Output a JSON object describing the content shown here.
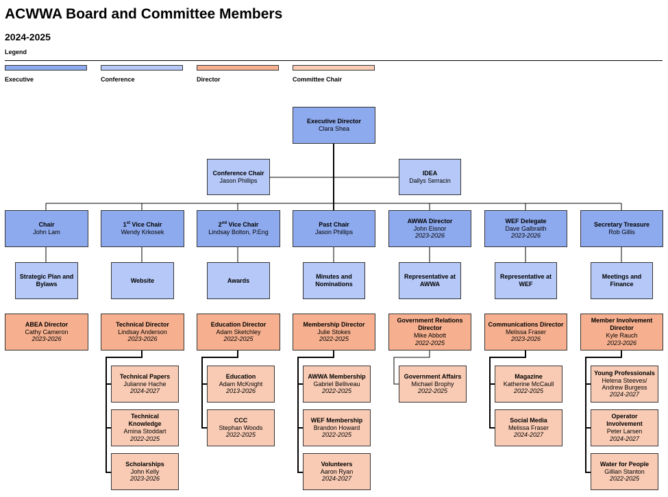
{
  "title": "ACWWA Board and Committee Members",
  "subtitle": "2024-2025",
  "legend": {
    "title": "Legend",
    "items": [
      {
        "label": "Executive",
        "color": "#8eaaee"
      },
      {
        "label": "Conference",
        "color": "#b5c8f7"
      },
      {
        "label": "Director",
        "color": "#f6b08f"
      },
      {
        "label": "Committee Chair",
        "color": "#f9cbb4"
      }
    ]
  },
  "nodes": {
    "executive_director": {
      "title": "Executive Director",
      "name": "Clara Shea"
    },
    "conference_chair": {
      "title": "Conference Chair",
      "name": "Jason Phillips"
    },
    "idea": {
      "title": "IDEA",
      "name": "Dallys Serracin"
    },
    "chair": {
      "title": "Chair",
      "name": "John Lam"
    },
    "vice1": {
      "title_num": "1",
      "title_sup": "st",
      "title_rest": " Vice Chair",
      "name": "Wendy Krkosek"
    },
    "vice2": {
      "title_num": "2",
      "title_sup": "nd",
      "title_rest": " Vice Chair",
      "name": "Lindsay Bolton, P.Eng"
    },
    "past_chair": {
      "title": "Past Chair",
      "name": "Jason Phillips"
    },
    "awwa_director": {
      "title": "AWWA Director",
      "name": "John Eisnor",
      "term": "2023-2026"
    },
    "wef_delegate": {
      "title": "WEF Delegate",
      "name": "Dave Galbraith",
      "term": "2023-2026"
    },
    "secretary_treasure": {
      "title": "Secretary Treasure",
      "name": "Rob Gillis"
    },
    "strategic_plan": {
      "title": "Strategic Plan and Bylaws"
    },
    "website": {
      "title": "Website"
    },
    "awards": {
      "title": "Awards"
    },
    "minutes": {
      "title": "Minutes and Nominations"
    },
    "rep_awwa": {
      "title": "Representative at AWWA"
    },
    "rep_wef": {
      "title": "Representative at WEF"
    },
    "meetings": {
      "title": "Meetings and Finance"
    },
    "abea_director": {
      "title": "ABEA Director",
      "name": "Cathy Cameron",
      "term": "2023-2026"
    },
    "technical_director": {
      "title": "Technical Director",
      "name": "Lindsay Anderson",
      "term": "2023-2026"
    },
    "education_director": {
      "title": "Education Director",
      "name": "Adam Sketchley",
      "term": "2022-2025"
    },
    "membership_director": {
      "title": "Membership Director",
      "name": "Julie Stokes",
      "term": "2022-2025"
    },
    "gov_relations_director": {
      "title": "Government Relations Director",
      "name": "Mike Abbott",
      "term": "2022-2025"
    },
    "communications_director": {
      "title": "Communications Director",
      "name": "Melissa Fraser",
      "term": "2023-2026"
    },
    "member_involvement_director": {
      "title": "Member Involvement Director",
      "name": "Kyle Rauch",
      "term": "2023-2026"
    },
    "technical_papers": {
      "title": "Technical Papers",
      "name": "Julianne Hache",
      "term": "2024-2027"
    },
    "technical_knowledge": {
      "title": "Technical Knowledge",
      "name": "Amina Stoddart",
      "term": "2022-2025"
    },
    "scholarships": {
      "title": "Scholarships",
      "name": "John Kelly",
      "term": "2023-2026"
    },
    "education": {
      "title": "Education",
      "name": "Adam McKnight",
      "term": "2013-2026"
    },
    "ccc": {
      "title": "CCC",
      "name": "Stephan Woods",
      "term": "2022-2025"
    },
    "awwa_membership": {
      "title": "AWWA Membership",
      "name": "Gabriel Belliveau",
      "term": "2022-2025"
    },
    "wef_membership": {
      "title": "WEF Membership",
      "name": "Brandon Howard",
      "term": "2022-2025"
    },
    "volunteers": {
      "title": "Volunteers",
      "name": "Aaron Ryan",
      "term": "2024-2027"
    },
    "government_affairs": {
      "title": "Government Affairs",
      "name": "Michael Brophy",
      "term": "2022-2025"
    },
    "magazine": {
      "title": "Magazine",
      "name": "Katherine McCaull",
      "term": "2022-2025"
    },
    "social_media": {
      "title": "Social Media",
      "name": "Melissa Fraser",
      "term": "2024-2027"
    },
    "young_professionals": {
      "title": "Young Professionals",
      "name": "Helena Steeves/ Andrew Burgess",
      "term": "2024-2027"
    },
    "operator_involvement": {
      "title": "Operator Involvement",
      "name": "Peter Larsen",
      "term": "2024-2027"
    },
    "water_for_people": {
      "title": "Water for People",
      "name": "Gillian Stanton",
      "term": "2022-2025"
    }
  }
}
